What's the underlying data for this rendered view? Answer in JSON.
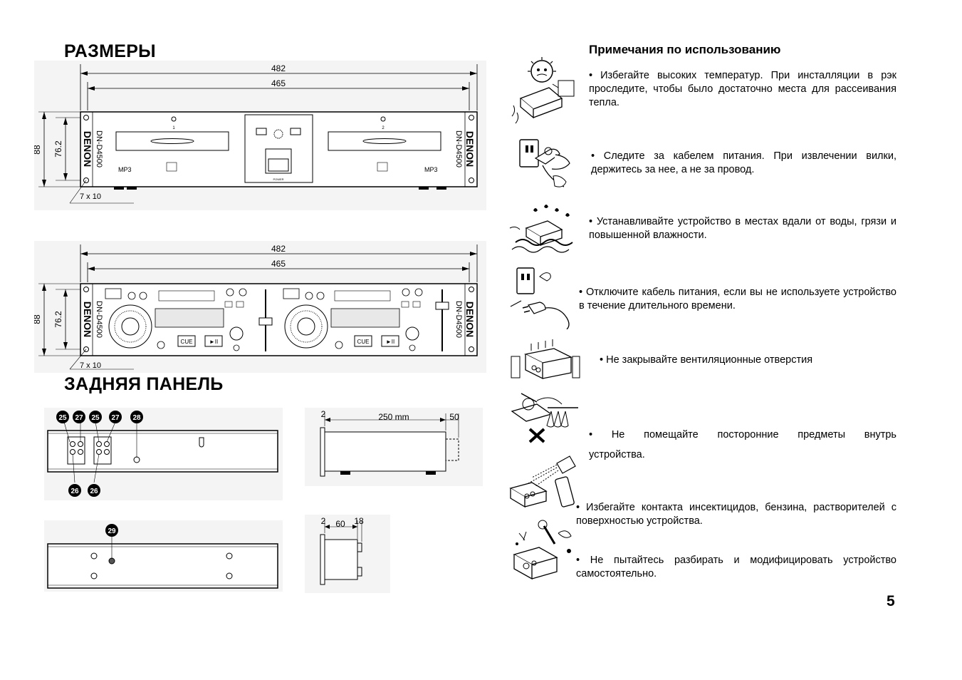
{
  "left": {
    "dimensions_title": "РАЗМЕРЫ",
    "rear_title": "ЗАДНЯЯ ПАНЕЛЬ",
    "front_dims": {
      "width_outer": "482",
      "width_inner": "465",
      "height_outer": "88",
      "height_inner": "76.2",
      "hole": "7 x 10",
      "brand": "DENON",
      "model": "DN-D4500",
      "mp3": "MP3",
      "slot1": "1",
      "slot2": "2",
      "power": "POWER"
    },
    "controller_dims": {
      "width_outer": "482",
      "width_inner": "465",
      "height_outer": "88",
      "height_inner": "76.2",
      "hole": "7 x 10",
      "brand": "DENON",
      "model": "DN-D4500",
      "cue": "CUE",
      "play": "►II"
    },
    "rear_panel": {
      "callouts_top": [
        "25",
        "27",
        "25",
        "27",
        "28"
      ],
      "callouts_bottom": [
        "26",
        "26"
      ],
      "callout_bottom_view": "29"
    },
    "side_views": {
      "top_dims": [
        "2",
        "250 mm",
        "50"
      ],
      "bottom_dims": [
        "2",
        "60",
        "18"
      ]
    }
  },
  "right": {
    "title": "Примечания по использованию",
    "notes": [
      "• Избегайте высоких температур. При инсталляции в рэк проследите, чтобы было достаточно места для рассеивания тепла.",
      "• Следите за кабелем питания. При извлечении вилки, держитесь за нее, а не за провод.",
      "• Устанавливайте устройство в местах вдали от воды, грязи и повышенной влажности.",
      "• Отключите кабель питания, если вы не используете устройство в течение длительного времени.",
      "• Не закрывайте вентиляционные отверстия",
      "• Не помещайте посторонние предметы внутрь",
      "устройства.",
      "• Избегайте контакта инсектицидов, бензина, растворителей с поверхностью устройства.",
      "• Не пытайтесь разбирать и модифицировать устройство самостоятельно."
    ],
    "illustrations": [
      "heat-warning-icon",
      "power-plug-icon",
      "water-dirt-icon",
      "unplug-icon",
      "ventilation-icon",
      "foreign-objects-icon",
      "insecticide-spray-icon",
      "disassembly-icon"
    ]
  },
  "page_number": "5"
}
